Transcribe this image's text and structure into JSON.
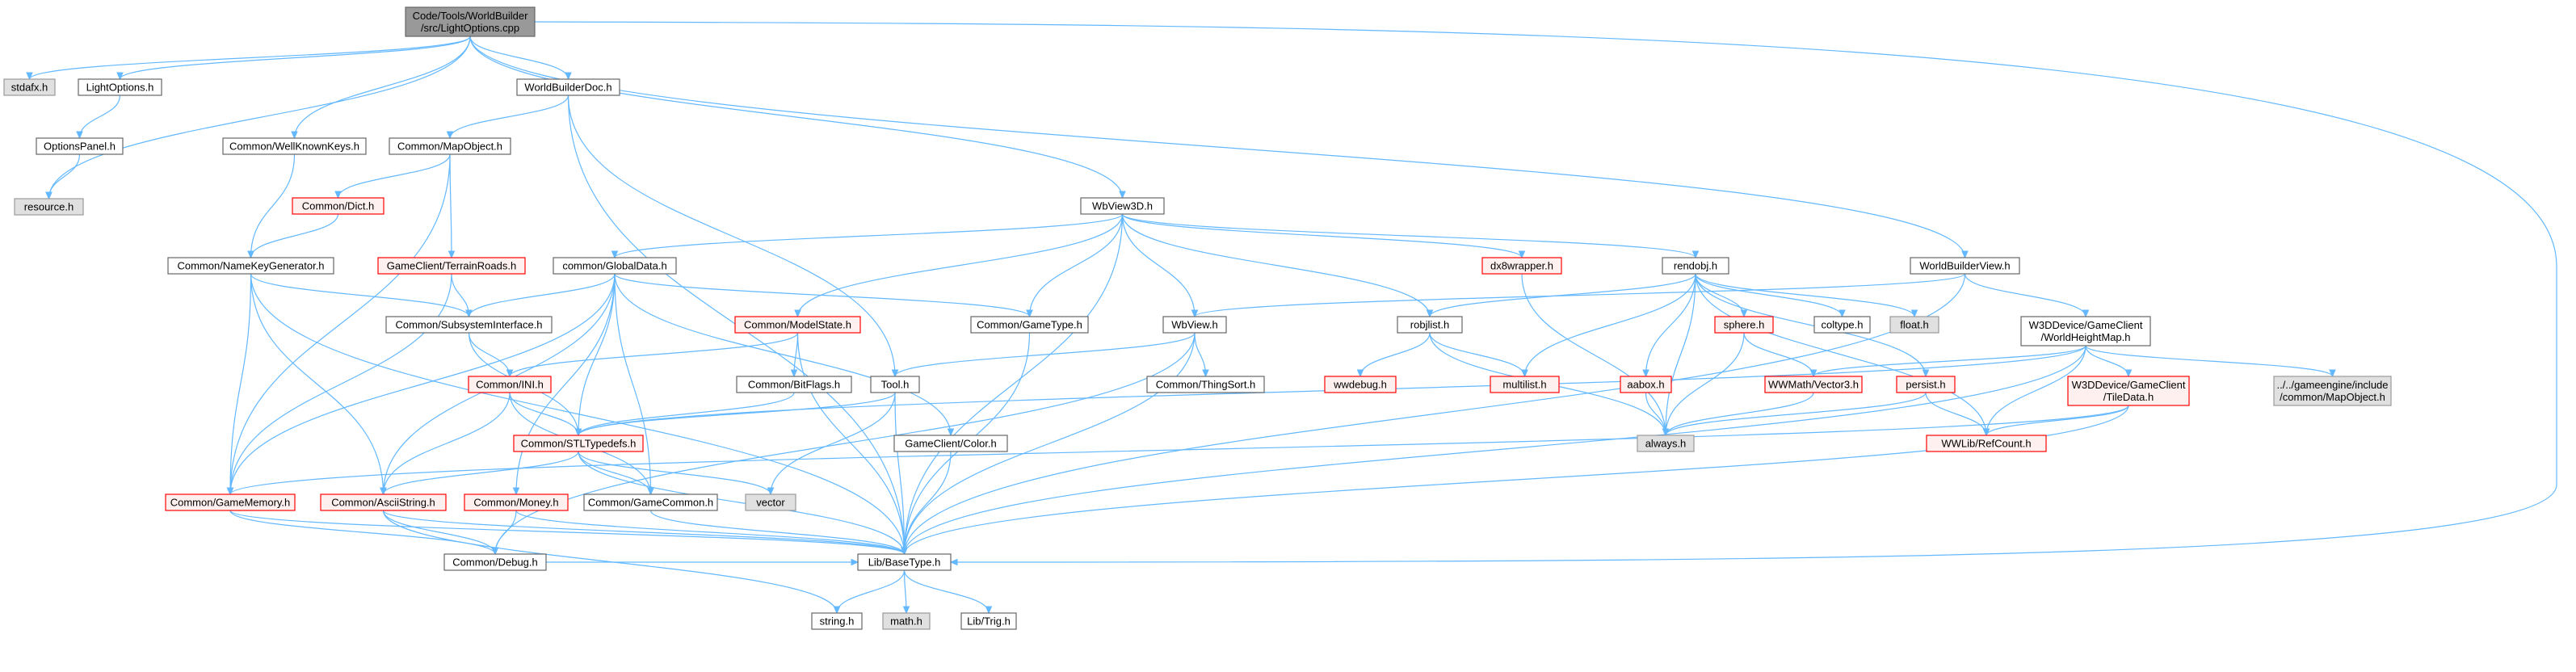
{
  "palette": {
    "root_fill": "#999999",
    "root_stroke": "#666666",
    "normal_fill": "#ffffff",
    "normal_stroke": "#666666",
    "missing_fill": "#fff0f0",
    "missing_stroke": "#ff0000",
    "external_fill": "#e0e0e0",
    "external_stroke": "#999999",
    "edge": "#63b8ff"
  },
  "nodes": [
    {
      "id": "root",
      "lines": [
        "Code/Tools/WorldBuilder",
        "/src/LightOptions.cpp"
      ],
      "kind": "root"
    },
    {
      "id": "stdafx",
      "lines": [
        "stdafx.h"
      ],
      "kind": "external"
    },
    {
      "id": "lightoptions",
      "lines": [
        "LightOptions.h"
      ],
      "kind": "normal"
    },
    {
      "id": "optionspanel",
      "lines": [
        "OptionsPanel.h"
      ],
      "kind": "normal"
    },
    {
      "id": "resource",
      "lines": [
        "resource.h"
      ],
      "kind": "external"
    },
    {
      "id": "wbdoc",
      "lines": [
        "WorldBuilderDoc.h"
      ],
      "kind": "normal"
    },
    {
      "id": "wellknown",
      "lines": [
        "Common/WellKnownKeys.h"
      ],
      "kind": "normal"
    },
    {
      "id": "mapobject",
      "lines": [
        "Common/MapObject.h"
      ],
      "kind": "normal"
    },
    {
      "id": "dict",
      "lines": [
        "Common/Dict.h"
      ],
      "kind": "missing"
    },
    {
      "id": "namekeygen",
      "lines": [
        "Common/NameKeyGenerator.h"
      ],
      "kind": "normal"
    },
    {
      "id": "terrainroads",
      "lines": [
        "GameClient/TerrainRoads.h"
      ],
      "kind": "missing"
    },
    {
      "id": "globaldata",
      "lines": [
        "common/GlobalData.h"
      ],
      "kind": "normal"
    },
    {
      "id": "subsysif",
      "lines": [
        "Common/SubsystemInterface.h"
      ],
      "kind": "normal"
    },
    {
      "id": "modelstate",
      "lines": [
        "Common/ModelState.h"
      ],
      "kind": "missing"
    },
    {
      "id": "ini",
      "lines": [
        "Common/INI.h"
      ],
      "kind": "missing"
    },
    {
      "id": "bitflags",
      "lines": [
        "Common/BitFlags.h"
      ],
      "kind": "normal"
    },
    {
      "id": "stltypedefs",
      "lines": [
        "Common/STLTypedefs.h"
      ],
      "kind": "missing"
    },
    {
      "id": "gamememory",
      "lines": [
        "Common/GameMemory.h"
      ],
      "kind": "missing"
    },
    {
      "id": "asciistring",
      "lines": [
        "Common/AsciiString.h"
      ],
      "kind": "missing"
    },
    {
      "id": "money",
      "lines": [
        "Common/Money.h"
      ],
      "kind": "missing"
    },
    {
      "id": "gamecommon",
      "lines": [
        "Common/GameCommon.h"
      ],
      "kind": "normal"
    },
    {
      "id": "vector",
      "lines": [
        "vector"
      ],
      "kind": "external"
    },
    {
      "id": "debug",
      "lines": [
        "Common/Debug.h"
      ],
      "kind": "normal"
    },
    {
      "id": "basetype",
      "lines": [
        "Lib/BaseType.h"
      ],
      "kind": "normal"
    },
    {
      "id": "string",
      "lines": [
        "string.h"
      ],
      "kind": "normal"
    },
    {
      "id": "math",
      "lines": [
        "math.h"
      ],
      "kind": "external"
    },
    {
      "id": "trig",
      "lines": [
        "Lib/Trig.h"
      ],
      "kind": "normal"
    },
    {
      "id": "gametype",
      "lines": [
        "Common/GameType.h"
      ],
      "kind": "normal"
    },
    {
      "id": "tool",
      "lines": [
        "Tool.h"
      ],
      "kind": "normal"
    },
    {
      "id": "color",
      "lines": [
        "GameClient/Color.h"
      ],
      "kind": "normal"
    },
    {
      "id": "wbview3d",
      "lines": [
        "WbView3D.h"
      ],
      "kind": "normal"
    },
    {
      "id": "wbview",
      "lines": [
        "WbView.h"
      ],
      "kind": "normal"
    },
    {
      "id": "thingsort",
      "lines": [
        "Common/ThingSort.h"
      ],
      "kind": "normal"
    },
    {
      "id": "dx8wrapper",
      "lines": [
        "dx8wrapper.h"
      ],
      "kind": "missing"
    },
    {
      "id": "rendobj",
      "lines": [
        "rendobj.h"
      ],
      "kind": "normal"
    },
    {
      "id": "robjlist",
      "lines": [
        "robjlist.h"
      ],
      "kind": "normal"
    },
    {
      "id": "wwdebug",
      "lines": [
        "wwdebug.h"
      ],
      "kind": "missing"
    },
    {
      "id": "multilist",
      "lines": [
        "multilist.h"
      ],
      "kind": "missing"
    },
    {
      "id": "aabox",
      "lines": [
        "aabox.h"
      ],
      "kind": "missing"
    },
    {
      "id": "sphere",
      "lines": [
        "sphere.h"
      ],
      "kind": "missing"
    },
    {
      "id": "coltype",
      "lines": [
        "coltype.h"
      ],
      "kind": "normal"
    },
    {
      "id": "float",
      "lines": [
        "float.h"
      ],
      "kind": "external"
    },
    {
      "id": "always",
      "lines": [
        "always.h"
      ],
      "kind": "external"
    },
    {
      "id": "vector3",
      "lines": [
        "WWMath/Vector3.h"
      ],
      "kind": "missing"
    },
    {
      "id": "persist",
      "lines": [
        "persist.h"
      ],
      "kind": "missing"
    },
    {
      "id": "refcount",
      "lines": [
        "WWLib/RefCount.h"
      ],
      "kind": "missing"
    },
    {
      "id": "wbbuilderview",
      "lines": [
        "WorldBuilderView.h"
      ],
      "kind": "normal"
    },
    {
      "id": "worldheightmap",
      "lines": [
        "W3DDevice/GameClient",
        "/WorldHeightMap.h"
      ],
      "kind": "normal"
    },
    {
      "id": "tiledata",
      "lines": [
        "W3DDevice/GameClient",
        "/TileData.h"
      ],
      "kind": "missing"
    },
    {
      "id": "gemapobject",
      "lines": [
        "../../gameengine/include",
        "/common/MapObject.h"
      ],
      "kind": "external"
    }
  ],
  "edges": [
    [
      "root",
      "stdafx"
    ],
    [
      "root",
      "lightoptions"
    ],
    [
      "root",
      "resource"
    ],
    [
      "root",
      "wbdoc"
    ],
    [
      "root",
      "wellknown"
    ],
    [
      "root",
      "wbview3d"
    ],
    [
      "root",
      "wbbuilderview"
    ],
    [
      "root",
      "basetype"
    ],
    [
      "lightoptions",
      "optionspanel"
    ],
    [
      "optionspanel",
      "resource"
    ],
    [
      "wbdoc",
      "mapobject"
    ],
    [
      "wbdoc",
      "tool"
    ],
    [
      "wbdoc",
      "basetype"
    ],
    [
      "wellknown",
      "namekeygen"
    ],
    [
      "mapobject",
      "dict"
    ],
    [
      "mapobject",
      "terrainroads"
    ],
    [
      "mapobject",
      "gamememory"
    ],
    [
      "dict",
      "namekeygen"
    ],
    [
      "namekeygen",
      "subsysif"
    ],
    [
      "namekeygen",
      "gamememory"
    ],
    [
      "namekeygen",
      "asciistring"
    ],
    [
      "namekeygen",
      "basetype"
    ],
    [
      "terrainroads",
      "subsysif"
    ],
    [
      "terrainroads",
      "gamememory"
    ],
    [
      "globaldata",
      "subsysif"
    ],
    [
      "globaldata",
      "gametype"
    ],
    [
      "globaldata",
      "color"
    ],
    [
      "globaldata",
      "stltypedefs"
    ],
    [
      "globaldata",
      "gamememory"
    ],
    [
      "globaldata",
      "asciistring"
    ],
    [
      "globaldata",
      "money"
    ],
    [
      "globaldata",
      "gamecommon"
    ],
    [
      "subsysif",
      "ini"
    ],
    [
      "subsysif",
      "stltypedefs"
    ],
    [
      "modelstate",
      "ini"
    ],
    [
      "modelstate",
      "bitflags"
    ],
    [
      "modelstate",
      "basetype"
    ],
    [
      "ini",
      "stltypedefs"
    ],
    [
      "ini",
      "asciistring"
    ],
    [
      "ini",
      "gamecommon"
    ],
    [
      "bitflags",
      "stltypedefs"
    ],
    [
      "stltypedefs",
      "asciistring"
    ],
    [
      "stltypedefs",
      "gamecommon"
    ],
    [
      "stltypedefs",
      "vector"
    ],
    [
      "stltypedefs",
      "basetype"
    ],
    [
      "gamememory",
      "debug"
    ],
    [
      "gamememory",
      "basetype"
    ],
    [
      "asciistring",
      "debug"
    ],
    [
      "asciistring",
      "string"
    ],
    [
      "asciistring",
      "basetype"
    ],
    [
      "money",
      "debug"
    ],
    [
      "money",
      "basetype"
    ],
    [
      "gamecommon",
      "basetype"
    ],
    [
      "debug",
      "basetype"
    ],
    [
      "basetype",
      "string"
    ],
    [
      "basetype",
      "math"
    ],
    [
      "basetype",
      "trig"
    ],
    [
      "gametype",
      "basetype"
    ],
    [
      "tool",
      "stltypedefs"
    ],
    [
      "tool",
      "vector"
    ],
    [
      "tool",
      "basetype"
    ],
    [
      "color",
      "basetype"
    ],
    [
      "wbview3d",
      "globaldata"
    ],
    [
      "wbview3d",
      "modelstate"
    ],
    [
      "wbview3d",
      "gametype"
    ],
    [
      "wbview3d",
      "wbview"
    ],
    [
      "wbview3d",
      "dx8wrapper"
    ],
    [
      "wbview3d",
      "rendobj"
    ],
    [
      "wbview3d",
      "robjlist"
    ],
    [
      "wbview3d",
      "basetype"
    ],
    [
      "wbview",
      "tool"
    ],
    [
      "wbview",
      "thingsort"
    ],
    [
      "wbview",
      "debug"
    ],
    [
      "wbview",
      "basetype"
    ],
    [
      "dx8wrapper",
      "always"
    ],
    [
      "rendobj",
      "robjlist"
    ],
    [
      "rendobj",
      "multilist"
    ],
    [
      "rendobj",
      "aabox"
    ],
    [
      "rendobj",
      "sphere"
    ],
    [
      "rendobj",
      "coltype"
    ],
    [
      "rendobj",
      "float"
    ],
    [
      "rendobj",
      "always"
    ],
    [
      "rendobj",
      "persist"
    ],
    [
      "rendobj",
      "refcount"
    ],
    [
      "robjlist",
      "wwdebug"
    ],
    [
      "robjlist",
      "multilist"
    ],
    [
      "robjlist",
      "always"
    ],
    [
      "aabox",
      "always"
    ],
    [
      "sphere",
      "always"
    ],
    [
      "sphere",
      "vector3"
    ],
    [
      "vector3",
      "always"
    ],
    [
      "persist",
      "always"
    ],
    [
      "persist",
      "refcount"
    ],
    [
      "wbbuilderview",
      "wbview"
    ],
    [
      "wbbuilderview",
      "worldheightmap"
    ],
    [
      "wbbuilderview",
      "basetype"
    ],
    [
      "worldheightmap",
      "stltypedefs"
    ],
    [
      "worldheightmap",
      "vector3"
    ],
    [
      "worldheightmap",
      "tiledata"
    ],
    [
      "worldheightmap",
      "refcount"
    ],
    [
      "worldheightmap",
      "gemapobject"
    ],
    [
      "worldheightmap",
      "basetype"
    ],
    [
      "tiledata",
      "refcount"
    ],
    [
      "tiledata",
      "gamememory"
    ],
    [
      "tiledata",
      "basetype"
    ]
  ]
}
